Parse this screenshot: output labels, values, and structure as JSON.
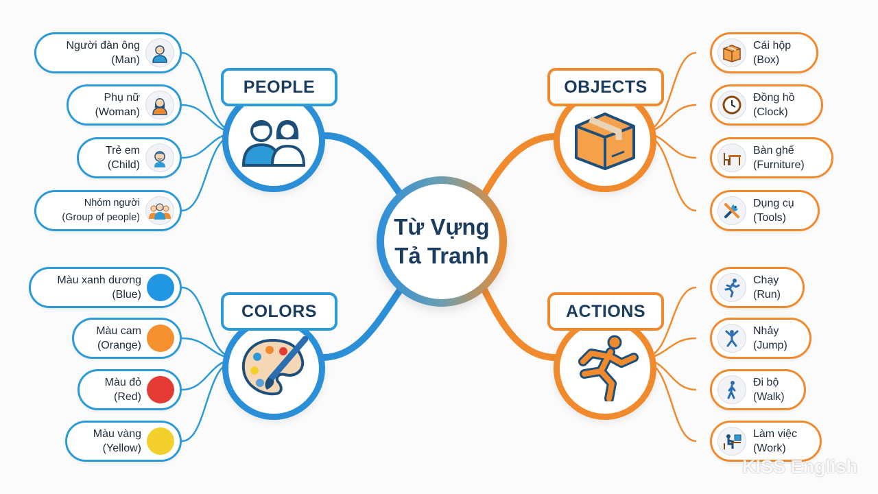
{
  "center": {
    "line1": "Từ Vựng",
    "line2": "Tả Tranh"
  },
  "colors": {
    "blue": "#2b9ad6",
    "orange": "#f08a2d",
    "text": "#1a3c5e"
  },
  "people": {
    "title": "PEOPLE",
    "icon": "people-icon",
    "items": [
      {
        "vi": "Người đàn ông",
        "en": "(Man)",
        "icon": "man-icon"
      },
      {
        "vi": "Phụ nữ",
        "en": "(Woman)",
        "icon": "woman-icon"
      },
      {
        "vi": "Trẻ em",
        "en": "(Child)",
        "icon": "child-icon"
      },
      {
        "vi": "Nhóm người",
        "en": "(Group of people)",
        "icon": "group-icon"
      }
    ]
  },
  "colors_branch": {
    "title": "COLORS",
    "icon": "palette-icon",
    "items": [
      {
        "vi": "Màu xanh dương",
        "en": "(Blue)",
        "swatch": "#2196e3"
      },
      {
        "vi": "Màu cam",
        "en": "(Orange)",
        "swatch": "#f5902e"
      },
      {
        "vi": "Màu đỏ",
        "en": "(Red)",
        "swatch": "#e43c34"
      },
      {
        "vi": "Màu vàng",
        "en": "(Yellow)",
        "swatch": "#f4d02c"
      }
    ]
  },
  "objects": {
    "title": "OBJECTS",
    "icon": "box-icon",
    "items": [
      {
        "vi": "Cái hộp",
        "en": "(Box)",
        "icon": "box-icon"
      },
      {
        "vi": "Đồng hồ",
        "en": "(Clock)",
        "icon": "clock-icon"
      },
      {
        "vi": "Bàn ghế",
        "en": "(Furniture)",
        "icon": "furniture-icon"
      },
      {
        "vi": "Dụng cụ",
        "en": "(Tools)",
        "icon": "tools-icon"
      }
    ]
  },
  "actions": {
    "title": "ACTIONS",
    "icon": "running-person-icon",
    "items": [
      {
        "vi": "Chạy",
        "en": "(Run)",
        "icon": "run-icon"
      },
      {
        "vi": "Nhảy",
        "en": "(Jump)",
        "icon": "jump-icon"
      },
      {
        "vi": "Đi bộ",
        "en": "(Walk)",
        "icon": "walk-icon"
      },
      {
        "vi": "Làm việc",
        "en": "(Work)",
        "icon": "work-icon"
      }
    ]
  },
  "watermark": "KISS English"
}
